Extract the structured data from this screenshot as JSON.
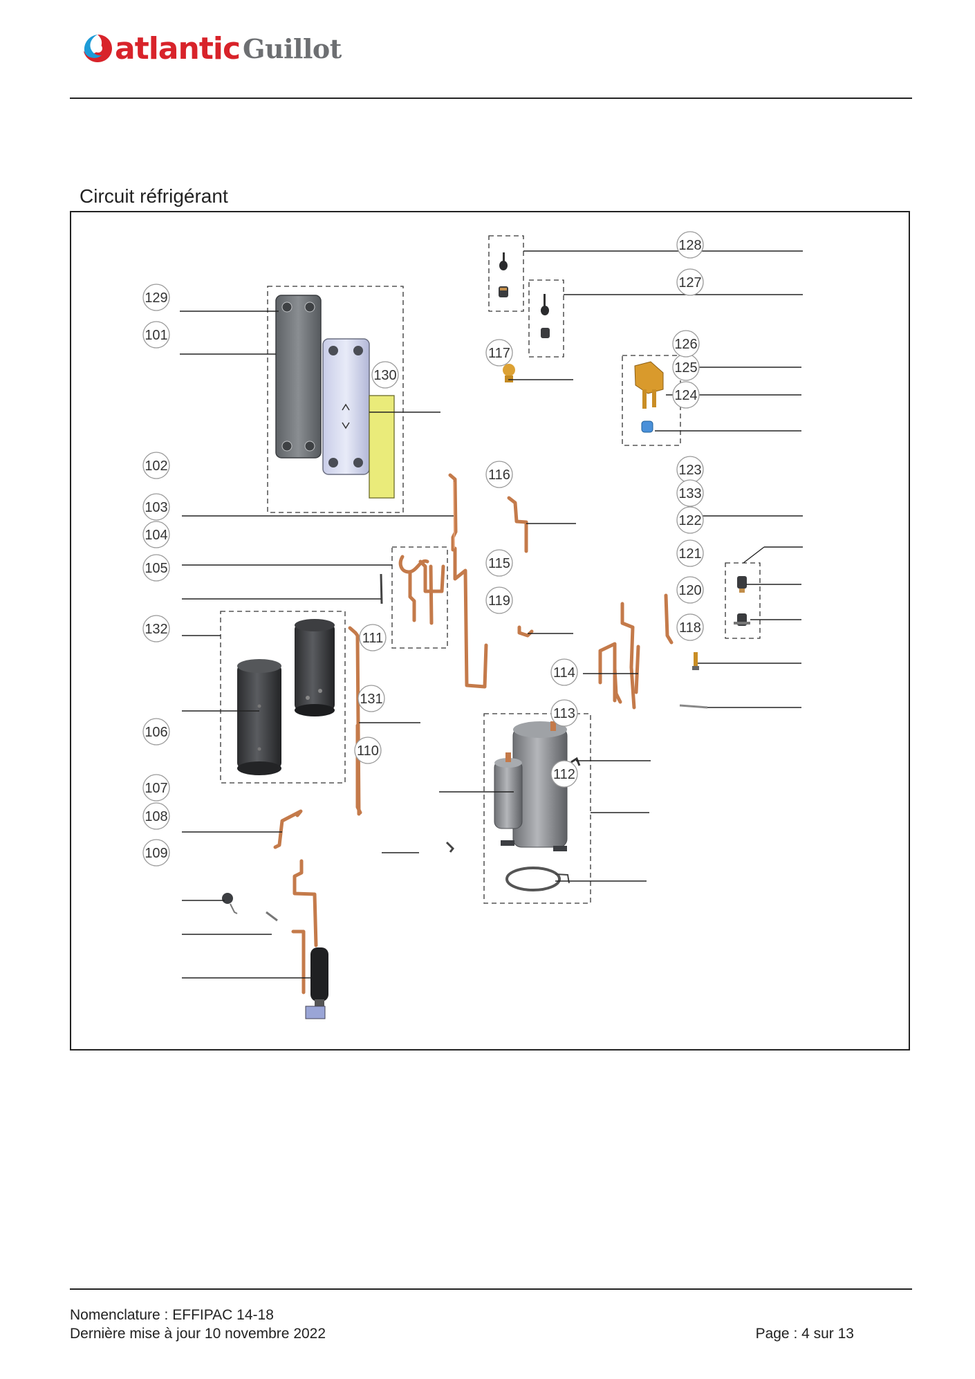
{
  "header": {
    "brand_primary": "atlantic",
    "brand_secondary": "Guillot",
    "colors": {
      "primary": "#d8232a",
      "secondary": "#6d6f72",
      "accent": "#1d9bd7"
    }
  },
  "section": {
    "title": "Circuit réfrigérant"
  },
  "diagram": {
    "callouts": [
      "101",
      "102",
      "103",
      "104",
      "105",
      "106",
      "107",
      "108",
      "109",
      "110",
      "111",
      "112",
      "113",
      "114",
      "115",
      "116",
      "117",
      "118",
      "119",
      "120",
      "121",
      "122",
      "123",
      "124",
      "125",
      "126",
      "127",
      "128",
      "129",
      "130",
      "131",
      "132",
      "133"
    ]
  },
  "footer": {
    "nomenclature": "Nomenclature : EFFIPAC 14-18",
    "updated": "Dernière mise à jour 10 novembre 2022",
    "page": "Page : 4 sur 13"
  }
}
